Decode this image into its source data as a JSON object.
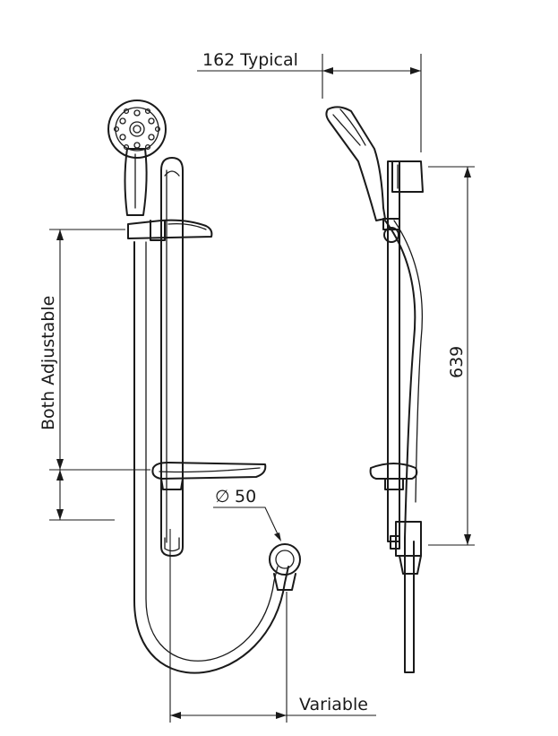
{
  "dimensions": {
    "typical_width": "162 Typical",
    "height": "639",
    "adjustable": "Both Adjustable",
    "diameter_symbol": "∅",
    "diameter_value": "50",
    "hose_length": "Variable"
  },
  "colors": {
    "ink": "#1a1a1a",
    "background": "#ffffff"
  }
}
